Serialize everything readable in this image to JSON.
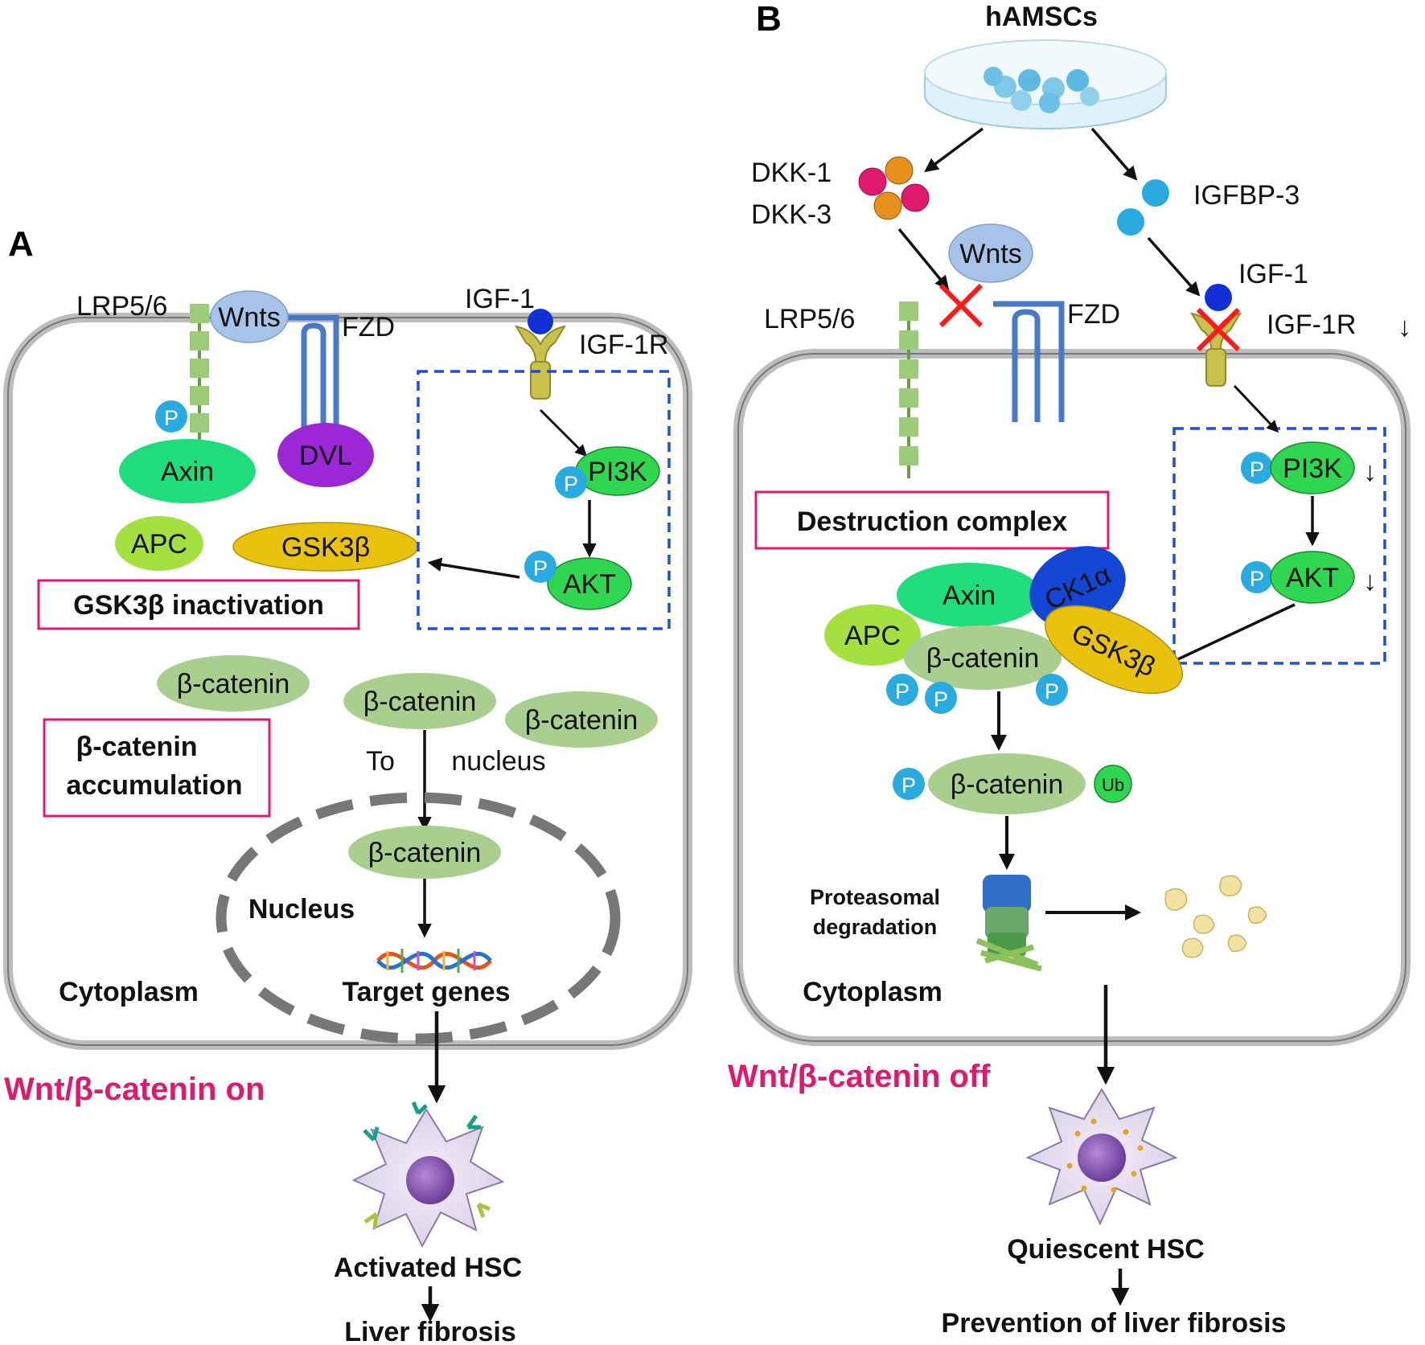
{
  "panel_a": {
    "label": "A",
    "lrp": "LRP5/6",
    "wnts": "Wnts",
    "fzd": "FZD",
    "igf1": "IGF-1",
    "igf1r": "IGF-1R",
    "p": "P",
    "axin": "Axin",
    "dvl": "DVL",
    "pi3k": "PI3K",
    "apc": "APC",
    "gsk3b": "GSK3β",
    "akt": "AKT",
    "gsk_box": "GSK3β inactivation",
    "bcat": "β-catenin",
    "accum_line1": "β-catenin",
    "accum_line2": "accumulation",
    "to": "To",
    "nucleus_word": "nucleus",
    "nucleus": "Nucleus",
    "target_genes": "Target genes",
    "cytoplasm": "Cytoplasm",
    "status": "Wnt/β-catenin on",
    "hsc": "Activated HSC",
    "outcome": "Liver fibrosis"
  },
  "panel_b": {
    "label": "B",
    "source": "hAMSCs",
    "dkk1": "DKK-1",
    "dkk3": "DKK-3",
    "igfbp3": "IGFBP-3",
    "wnts": "Wnts",
    "igf1": "IGF-1",
    "lrp": "LRP5/6",
    "fzd": "FZD",
    "igf1r": "IGF-1R",
    "down_arrow": "↓",
    "p": "P",
    "pi3k": "PI3K",
    "akt": "AKT",
    "destruction": "Destruction complex",
    "axin": "Axin",
    "ck1a": "CK1α",
    "apc": "APC",
    "bcat": "β-catenin",
    "gsk3b": "GSK3β",
    "ub": "Ub",
    "prot1": "Proteasomal",
    "prot2": "degradation",
    "cytoplasm": "Cytoplasm",
    "status": "Wnt/β-catenin off",
    "hsc": "Quiescent HSC",
    "outcome": "Prevention of liver fibrosis"
  },
  "colors": {
    "pink": "#e0196e",
    "membrane": "#bdbdbd",
    "dashed_blue": "#1f4fd8",
    "phospho": "#29abe2",
    "green_protein": "#2fd64f",
    "axin_green": "#1edd7a",
    "bcat_green": "#a8cf8e",
    "gsk_yellow": "#e8c20c",
    "dvl_purple": "#9c27d6",
    "ck1_blue": "#1446d6",
    "wnts_blue": "#a7c4e8",
    "red_x": "#ff1a1a"
  }
}
